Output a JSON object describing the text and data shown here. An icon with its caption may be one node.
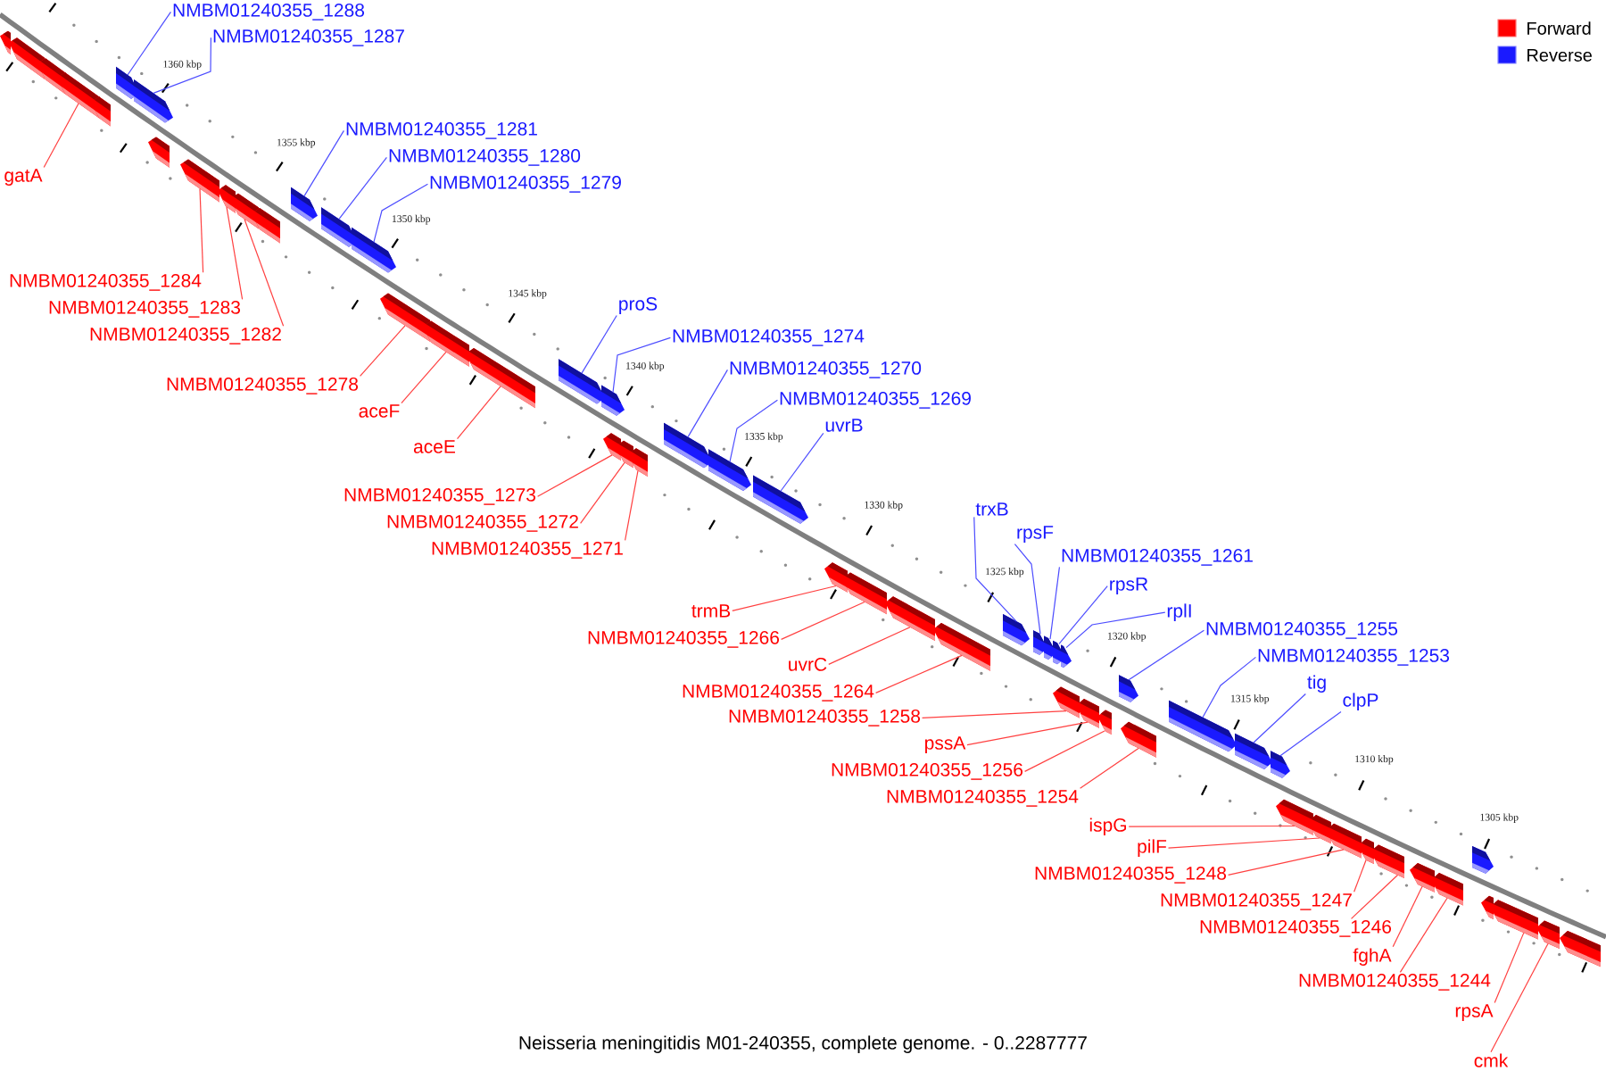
{
  "diagram": {
    "caption": "Neisseria meningitidis M01-240355, complete genome. - 0..2287777",
    "nodes": [
      {
        "text": [
          "NMBM01240355_1288"
        ]
      },
      {
        "text": [
          "NMBM01240355_1287"
        ]
      },
      {
        "text": [
          "NMBM01240355_1281"
        ]
      },
      {
        "text": [
          "NMBM01240355_1280"
        ]
      },
      {
        "text": [
          "gatA"
        ]
      },
      {
        "text": [
          "NMBM01240355_1279"
        ]
      },
      {
        "text": [
          "NMBM01240355_1284"
        ]
      },
      {
        "text": [
          "proS"
        ]
      },
      {
        "text": [
          "NMBM01240355_1283"
        ]
      },
      {
        "text": [
          "NMBM01240355_1282"
        ]
      },
      {
        "text": [
          "NMBM01240355_1274"
        ]
      },
      {
        "text": [
          "NMBM01240355_1270"
        ]
      },
      {
        "text": [
          "NMBM01240355_1278"
        ]
      },
      {
        "text": [
          "NMBM01240355_1269"
        ]
      },
      {
        "text": [
          "aceF"
        ]
      },
      {
        "text": [
          "uvrB"
        ]
      },
      {
        "text": [
          "aceE"
        ]
      },
      {
        "text": [
          "NMBM01240355_1273"
        ]
      },
      {
        "text": [
          "trxB"
        ]
      },
      {
        "text": [
          "NMBM01240355_1272"
        ]
      },
      {
        "text": [
          "rpsF"
        ]
      },
      {
        "text": [
          "NMBM01240355_1271"
        ]
      },
      {
        "text": [
          "NMBM01240355_1261"
        ]
      },
      {
        "text": [
          "rpsR"
        ]
      },
      {
        "text": [
          "trmB"
        ]
      },
      {
        "text": [
          "rplI"
        ]
      },
      {
        "text": [
          "NMBM01240355_1255"
        ]
      },
      {
        "text": [
          "NMBM01240355_1266"
        ]
      },
      {
        "text": [
          "NMBM01240355_1253"
        ]
      },
      {
        "text": [
          "uvrC"
        ]
      },
      {
        "text": [
          "tig"
        ]
      },
      {
        "text": [
          "NMBM01240355_1264"
        ]
      },
      {
        "text": [
          "clpP"
        ]
      },
      {
        "text": [
          "NMBM01240355_1258"
        ]
      },
      {
        "text": [
          "pssA"
        ]
      },
      {
        "text": [
          "NMBM01240355_1256"
        ]
      },
      {
        "text": [
          "NMBM01240355_1254"
        ]
      },
      {
        "text": [
          "ispG"
        ]
      },
      {
        "text": [
          "pilF"
        ]
      },
      {
        "text": [
          "NMBM01240355_1248"
        ]
      },
      {
        "text": [
          "NMBM01240355_1247"
        ]
      },
      {
        "text": [
          "NMBM01240355_1246"
        ]
      },
      {
        "text": [
          "fghA"
        ]
      },
      {
        "text": [
          "NMBM01240355_1244"
        ]
      },
      {
        "text": [
          "rpsA"
        ]
      },
      {
        "text": [
          "cmk"
        ]
      },
      {
        "text": [],
        "shape": "box"
      },
      {
        "text": [],
        "shape": "box"
      },
      {
        "text": [],
        "shape": "box"
      },
      {
        "text": [],
        "shape": "box"
      },
      {
        "text": [],
        "shape": "box"
      },
      {
        "text": [],
        "shape": "box"
      },
      {
        "text": [],
        "shape": "box"
      },
      {
        "text": [],
        "shape": "box"
      },
      {
        "text": [],
        "shape": "box"
      },
      {
        "text": [],
        "shape": "box"
      },
      {
        "text": [],
        "shape": "box"
      },
      {
        "text": [],
        "shape": "box"
      },
      {
        "text": [],
        "shape": "box"
      },
      {
        "text": [],
        "shape": "box"
      },
      {
        "text": [],
        "shape": "box"
      },
      {
        "text": [],
        "shape": "box"
      },
      {
        "text": [],
        "shape": "box"
      },
      {
        "text": [],
        "shape": "box"
      },
      {
        "text": [],
        "shape": "box"
      },
      {
        "text": [],
        "shape": "box"
      },
      {
        "text": [],
        "shape": "box"
      },
      {
        "text": [],
        "shape": "box"
      },
      {
        "text": [],
        "shape": "box"
      },
      {
        "text": [],
        "shape": "box"
      },
      {
        "text": [],
        "shape": "box"
      },
      {
        "text": [],
        "shape": "box"
      },
      {
        "text": [],
        "shape": "box"
      },
      {
        "text": [],
        "shape": "box"
      },
      {
        "text": [],
        "shape": "box"
      },
      {
        "text": [],
        "shape": "box"
      },
      {
        "text": [],
        "shape": "box"
      },
      {
        "text": [],
        "shape": "box"
      },
      {
        "text": [],
        "shape": "box"
      },
      {
        "text": [],
        "shape": "box"
      },
      {
        "text": [],
        "shape": "box"
      },
      {
        "text": [],
        "shape": "box"
      },
      {
        "text": [],
        "shape": "box"
      },
      {
        "text": [],
        "shape": "box"
      },
      {
        "text": [],
        "shape": "box"
      },
      {
        "text": [],
        "shape": "box"
      },
      {
        "text": [],
        "shape": "box"
      },
      {
        "text": [],
        "shape": "box"
      },
      {
        "text": [],
        "shape": "box"
      },
      {
        "text": [],
        "shape": "box"
      },
      {
        "text": [],
        "shape": "box"
      },
      {
        "text": [],
        "shape": "box"
      },
      {
        "text": [],
        "shape": "box"
      },
      {
        "text": [],
        "shape": "box"
      },
      {
        "text": [],
        "shape": "box"
      },
      {
        "text": [],
        "shape": "box"
      },
      {
        "text": [],
        "shape": "box"
      },
      {
        "text": [],
        "shape": "box"
      },
      {
        "text": [],
        "shape": "box"
      },
      {
        "text": [],
        "shape": "box"
      },
      {
        "text": [],
        "shape": "box"
      }
    ],
    "edges": [
      {
        "from": 0,
        "to": 51,
        "arrow": "none",
        "color": "#4d4dff"
      },
      {
        "from": 1,
        "to": 52,
        "arrow": "none",
        "color": "#4d4dff"
      },
      {
        "from": 2,
        "to": 58,
        "arrow": "none",
        "color": "#4d4dff"
      },
      {
        "from": 3,
        "to": 59,
        "arrow": "none",
        "color": "#4d4dff"
      },
      {
        "from": 4,
        "to": 49,
        "arrow": "none"
      },
      {
        "from": 5,
        "to": 60,
        "arrow": "none",
        "color": "#4d4dff"
      },
      {
        "from": 6,
        "to": 54,
        "arrow": "none"
      },
      {
        "from": 7,
        "to": 64,
        "arrow": "none",
        "color": "#4d4dff"
      },
      {
        "from": 8,
        "to": 55,
        "arrow": "none"
      },
      {
        "from": 9,
        "to": 56,
        "arrow": "none"
      },
      {
        "from": 10,
        "to": 66,
        "arrow": "none",
        "color": "#4d4dff"
      },
      {
        "from": 11,
        "to": 69,
        "arrow": "none",
        "color": "#4d4dff"
      },
      {
        "from": 12,
        "to": 61,
        "arrow": "none"
      },
      {
        "from": 13,
        "to": 70,
        "arrow": "none",
        "color": "#4d4dff"
      },
      {
        "from": 14,
        "to": 62,
        "arrow": "none"
      },
      {
        "from": 15,
        "to": 71,
        "arrow": "none",
        "color": "#4d4dff"
      },
      {
        "from": 16,
        "to": 63,
        "arrow": "none"
      },
      {
        "from": 17,
        "to": 65,
        "arrow": "none"
      },
      {
        "from": 18,
        "to": 76,
        "arrow": "none",
        "color": "#4d4dff"
      },
      {
        "from": 19,
        "to": 67,
        "arrow": "none"
      },
      {
        "from": 20,
        "to": 77,
        "arrow": "none",
        "color": "#4d4dff"
      },
      {
        "from": 21,
        "to": 68,
        "arrow": "none"
      },
      {
        "from": 22,
        "to": 78,
        "arrow": "none",
        "color": "#4d4dff"
      },
      {
        "from": 23,
        "to": 79,
        "arrow": "none",
        "color": "#4d4dff"
      },
      {
        "from": 24,
        "to": 72,
        "arrow": "none"
      },
      {
        "from": 25,
        "to": 81,
        "arrow": "none",
        "color": "#4d4dff"
      },
      {
        "from": 26,
        "to": 84,
        "arrow": "none",
        "color": "#4d4dff"
      },
      {
        "from": 27,
        "to": 73,
        "arrow": "none"
      },
      {
        "from": 28,
        "to": 86,
        "arrow": "none",
        "color": "#4d4dff"
      },
      {
        "from": 29,
        "to": 74,
        "arrow": "none"
      },
      {
        "from": 30,
        "to": 87,
        "arrow": "none",
        "color": "#4d4dff"
      },
      {
        "from": 31,
        "to": 75,
        "arrow": "none"
      },
      {
        "from": 32,
        "to": 88,
        "arrow": "none",
        "color": "#4d4dff"
      },
      {
        "from": 33,
        "to": 80,
        "arrow": "none"
      },
      {
        "from": 34,
        "to": 82,
        "arrow": "none"
      },
      {
        "from": 35,
        "to": 83,
        "arrow": "none"
      },
      {
        "from": 36,
        "to": 85,
        "arrow": "none"
      },
      {
        "from": 37,
        "to": 89,
        "arrow": "none"
      },
      {
        "from": 38,
        "to": 90,
        "arrow": "none"
      },
      {
        "from": 39,
        "to": 91,
        "arrow": "none"
      },
      {
        "from": 40,
        "to": 92,
        "arrow": "none"
      },
      {
        "from": 41,
        "to": 93,
        "arrow": "none"
      },
      {
        "from": 42,
        "to": 94,
        "arrow": "none"
      },
      {
        "from": 43,
        "to": 95,
        "arrow": "none"
      },
      {
        "from": 44,
        "to": 98,
        "arrow": "none"
      },
      {
        "from": 45,
        "to": 99,
        "arrow": "none"
      }
    ],
    "labels": [
      "1360 kbp",
      "1355 kbp",
      "1350 kbp",
      "1345 kbp",
      "1340 kbp",
      "1335 kbp",
      "1330 kbp",
      "1325 kbp",
      "1320 kbp",
      "1315 kbp",
      "1310 kbp",
      "1305 kbp"
    ],
    "legend": [
      {
        "text": "Forward",
        "color": "#ff0000"
      },
      {
        "text": "Reverse",
        "color": "#1a1aff"
      }
    ]
  }
}
